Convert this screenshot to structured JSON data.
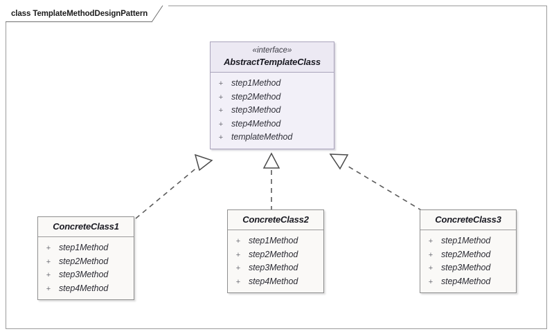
{
  "diagram": {
    "frame_label": "class TemplateMethodDesignPattern",
    "type": "uml-class-diagram",
    "background_color": "#ffffff",
    "frame_border_color": "#9a9a9a"
  },
  "colors": {
    "interface_header_fill": "#ece9f3",
    "interface_body_fill": "#f2f0f8",
    "interface_border": "#a9a3bb",
    "concrete_fill": "#faf9f7",
    "concrete_border": "#8e8e8e",
    "connector_line": "#5a5a5a",
    "text_primary": "#1a1a22",
    "text_member": "#2c2c34"
  },
  "classes": {
    "abstract_template": {
      "stereotype": "«interface»",
      "name": "AbstractTemplateClass",
      "kind": "interface",
      "members": [
        {
          "visibility": "+",
          "name": "step1Method"
        },
        {
          "visibility": "+",
          "name": "step2Method"
        },
        {
          "visibility": "+",
          "name": "step3Method"
        },
        {
          "visibility": "+",
          "name": "step4Method"
        },
        {
          "visibility": "+",
          "name": "templateMethod"
        }
      ]
    },
    "concrete1": {
      "name": "ConcreteClass1",
      "kind": "class",
      "members": [
        {
          "visibility": "+",
          "name": "step1Method"
        },
        {
          "visibility": "+",
          "name": "step2Method"
        },
        {
          "visibility": "+",
          "name": "step3Method"
        },
        {
          "visibility": "+",
          "name": "step4Method"
        }
      ]
    },
    "concrete2": {
      "name": "ConcreteClass2",
      "kind": "class",
      "members": [
        {
          "visibility": "+",
          "name": "step1Method"
        },
        {
          "visibility": "+",
          "name": "step2Method"
        },
        {
          "visibility": "+",
          "name": "step3Method"
        },
        {
          "visibility": "+",
          "name": "step4Method"
        }
      ]
    },
    "concrete3": {
      "name": "ConcreteClass3",
      "kind": "class",
      "members": [
        {
          "visibility": "+",
          "name": "step1Method"
        },
        {
          "visibility": "+",
          "name": "step2Method"
        },
        {
          "visibility": "+",
          "name": "step3Method"
        },
        {
          "visibility": "+",
          "name": "step4Method"
        }
      ]
    }
  },
  "relationships": [
    {
      "from": "ConcreteClass1",
      "to": "AbstractTemplateClass",
      "type": "realization",
      "line_style": "dashed",
      "arrowhead": "hollow-triangle"
    },
    {
      "from": "ConcreteClass2",
      "to": "AbstractTemplateClass",
      "type": "realization",
      "line_style": "dashed",
      "arrowhead": "hollow-triangle"
    },
    {
      "from": "ConcreteClass3",
      "to": "AbstractTemplateClass",
      "type": "realization",
      "line_style": "dashed",
      "arrowhead": "hollow-triangle"
    }
  ]
}
